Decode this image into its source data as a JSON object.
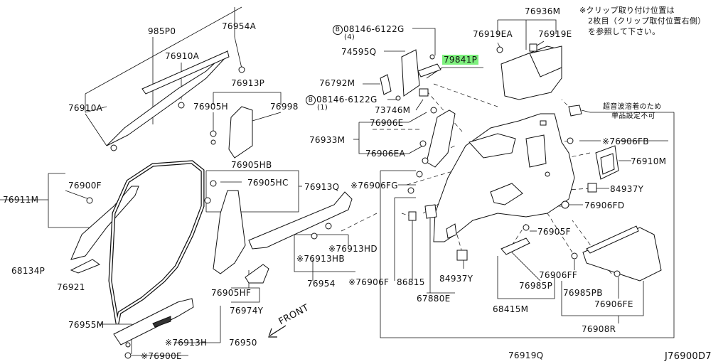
{
  "diagram": {
    "drawing_code": "J76900D7",
    "front_label": "FRONT",
    "note": [
      "※クリップ取り付け位置は",
      "2枚目（クリップ取付位置右側）",
      "を参照して下さい。"
    ],
    "side_note": [
      "超音波溶着のため",
      "単品設定不可"
    ],
    "highlight_color": "#7ef07e",
    "labels": {
      "p985P0": "985P0",
      "p76954A": "76954A",
      "p76910A_top": "76910A",
      "p76910A_left": "76910A",
      "p76913P": "76913P",
      "p76905H": "76905H",
      "p76998": "76998",
      "p76900F": "76900F",
      "p76911M": "76911M",
      "p76905HB": "76905HB",
      "p76905HC": "76905HC",
      "p76913Q": "76913Q",
      "p68134P": "68134P",
      "p76913HD": "※76913HD",
      "p76913HB": "※76913HB",
      "p76921": "76921",
      "p76954": "76954",
      "p76905HF": "76905HF",
      "p76974Y": "76974Y",
      "p76955M": "76955M",
      "p76913H": "※76913H",
      "p76950": "76950",
      "p76900E": "※76900E",
      "p08146_a": "08146-6122G",
      "p08146_a_qty": "(4)",
      "p74595Q": "74595Q",
      "p79841P": "79841P",
      "p76792M": "76792M",
      "p08146_b": "08146-6122G",
      "p08146_b_qty": "(1)",
      "p73746M": "73746M",
      "p76906E": "76906E",
      "p76933M": "76933M",
      "p76906EA": "76906EA",
      "p76906FG": "※76906FG",
      "p76906F": "※76906F",
      "p86815": "86815",
      "p67880E": "67880E",
      "p84937Y_low": "84937Y",
      "p76936M": "76936M",
      "p76919EA": "76919EA",
      "p76919E": "76919E",
      "p76906FB": "※76906FB",
      "p76910M": "76910M",
      "p84937Y": "84937Y",
      "p76906FD": "76906FD",
      "p76905F": "76905F",
      "p76906FF": "76906FF",
      "p76985P": "76985P",
      "p76985PB": "76985PB",
      "p76906FE": "76906FE",
      "p68415M": "68415M",
      "p76908R": "76908R",
      "p76919Q": "76919Q",
      "circle_b": "B"
    }
  }
}
